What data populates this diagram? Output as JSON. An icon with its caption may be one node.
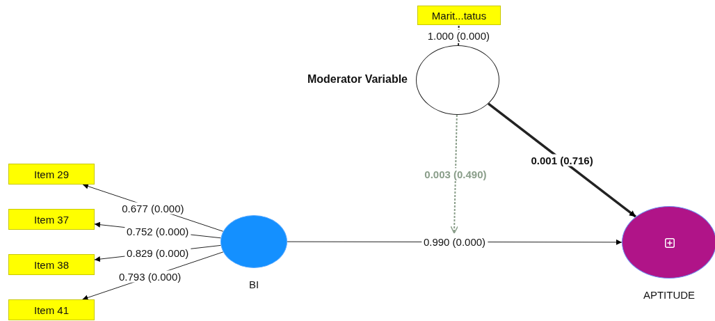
{
  "diagram": {
    "nodes": [
      {
        "text": [
          "Marit...tatus"
        ]
      },
      {
        "text": [
          "Moderator Variable"
        ]
      },
      {
        "text": [
          "Item 29"
        ]
      },
      {
        "text": [
          "Item 37"
        ]
      },
      {
        "text": [
          "Item 38"
        ]
      },
      {
        "text": [
          "Item 41"
        ]
      },
      {
        "text": [
          "BI"
        ]
      },
      {
        "text": [
          "APTITUDE"
        ]
      }
    ],
    "edges": [
      {
        "from": 1,
        "to": 0,
        "arrow": "none",
        "label": "1.000 (0.000)",
        "style": "dashed"
      },
      {
        "from": 6,
        "to": 2,
        "arrow": "to",
        "label": "0.677 (0.000)"
      },
      {
        "from": 6,
        "to": 3,
        "arrow": "to",
        "label": "0.752 (0.000)"
      },
      {
        "from": 6,
        "to": 4,
        "arrow": "to",
        "label": "0.829 (0.000)"
      },
      {
        "from": 6,
        "to": 5,
        "arrow": "to",
        "label": "0.793 (0.000)"
      },
      {
        "from": 6,
        "to": 7,
        "arrow": "to",
        "label": "0.990 (0.000)"
      },
      {
        "from": 1,
        "to": 7,
        "arrow": "to",
        "label": "0.001 (0.716)",
        "style": "thick"
      },
      {
        "from": 1,
        "to": null,
        "arrow": "to",
        "label": "0.003 (0.490)",
        "style": "dashed",
        "color": "#8a9e8a"
      }
    ]
  }
}
